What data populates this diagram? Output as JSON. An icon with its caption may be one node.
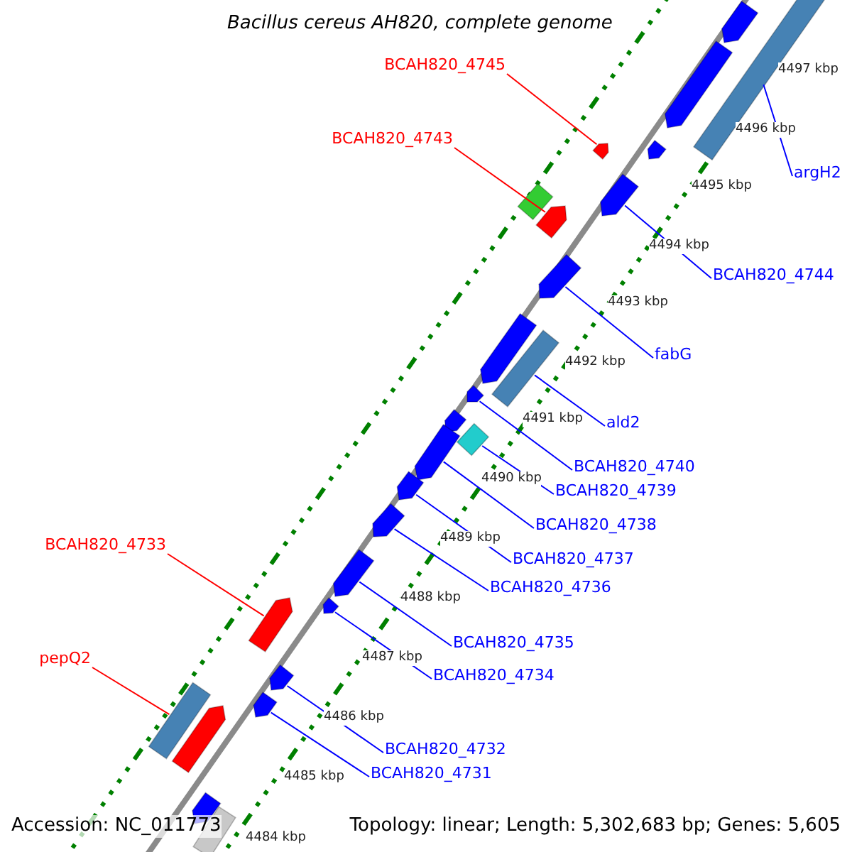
{
  "diagram": {
    "title": "Bacillus cereus AH820, complete genome",
    "nodes": [
      {
        "text": [
          "BCAH820_4745"
        ]
      },
      {
        "text": [
          "BCAH820_4743"
        ]
      },
      {
        "text": [
          "argH2"
        ]
      },
      {
        "text": [
          "BCAH820_4744"
        ]
      },
      {
        "text": [
          "fabG"
        ]
      },
      {
        "text": [
          "ald2"
        ]
      },
      {
        "text": [
          "BCAH820_4740"
        ]
      },
      {
        "text": [
          "BCAH820_4739"
        ]
      },
      {
        "text": [
          "BCAH820_4738"
        ]
      },
      {
        "text": [
          "BCAH820_4733"
        ]
      },
      {
        "text": [
          "BCAH820_4737"
        ]
      },
      {
        "text": [
          "BCAH820_4736"
        ]
      },
      {
        "text": [
          "BCAH820_4735"
        ]
      },
      {
        "text": [
          "pepQ2"
        ]
      },
      {
        "text": [
          "BCAH820_4734"
        ]
      },
      {
        "text": [
          "BCAH820_4732"
        ]
      },
      {
        "text": [
          "BCAH820_4731"
        ]
      },
      {
        "text": [],
        "shape": "arrow"
      },
      {
        "text": [],
        "shape": "bar"
      },
      {
        "text": [],
        "shape": "arrow"
      },
      {
        "text": [],
        "shape": "arrow"
      },
      {
        "text": [],
        "shape": "arrow"
      },
      {
        "text": [],
        "shape": "arrow"
      },
      {
        "text": [],
        "shape": "bar"
      },
      {
        "text": [],
        "shape": "arrow"
      },
      {
        "text": [],
        "shape": "arrow"
      },
      {
        "text": [],
        "shape": "arrow"
      },
      {
        "text": [],
        "shape": "bar"
      },
      {
        "text": [],
        "shape": "arrow"
      },
      {
        "text": [],
        "shape": "arrow"
      },
      {
        "text": [],
        "shape": "bar"
      },
      {
        "text": [],
        "shape": "arrow"
      },
      {
        "text": [],
        "shape": "arrow"
      },
      {
        "text": [],
        "shape": "arrow"
      },
      {
        "text": [],
        "shape": "arrow"
      },
      {
        "text": [],
        "shape": "arrow"
      },
      {
        "text": [],
        "shape": "arrow"
      },
      {
        "text": [],
        "shape": "arrow"
      },
      {
        "text": [],
        "shape": "arrow"
      },
      {
        "text": [],
        "shape": "bar"
      },
      {
        "text": [],
        "shape": "arrow"
      },
      {
        "text": [],
        "shape": "arrow"
      },
      {
        "text": [],
        "shape": "bar"
      }
    ],
    "edges": [
      {
        "from": 0,
        "to": 20,
        "arrow": "none",
        "color": "#ff0000"
      },
      {
        "from": 1,
        "to": 24,
        "arrow": "none",
        "color": "#ff0000"
      },
      {
        "from": 2,
        "to": 18,
        "arrow": "none"
      },
      {
        "from": 3,
        "to": 22,
        "arrow": "none"
      },
      {
        "from": 4,
        "to": 25,
        "arrow": "none"
      },
      {
        "from": 5,
        "to": 27,
        "arrow": "none"
      },
      {
        "from": 6,
        "to": 28,
        "arrow": "none"
      },
      {
        "from": 7,
        "to": 30,
        "arrow": "none"
      },
      {
        "from": 8,
        "to": 31,
        "arrow": "none"
      },
      {
        "from": 9,
        "to": 36,
        "arrow": "none",
        "color": "#ff0000"
      },
      {
        "from": 10,
        "to": 32,
        "arrow": "none"
      },
      {
        "from": 11,
        "to": 33,
        "arrow": "none"
      },
      {
        "from": 12,
        "to": 34,
        "arrow": "none"
      },
      {
        "from": 13,
        "to": 39,
        "arrow": "none",
        "color": "#ff0000"
      },
      {
        "from": 14,
        "to": 35,
        "arrow": "none"
      },
      {
        "from": 15,
        "to": 37,
        "arrow": "none"
      },
      {
        "from": 16,
        "to": 38,
        "arrow": "none"
      }
    ],
    "labels": [
      "4497 kbp",
      "4496 kbp",
      "4495 kbp",
      "4494 kbp",
      "4493 kbp",
      "4492 kbp",
      "4491 kbp",
      "4490 kbp",
      "4489 kbp",
      "4488 kbp",
      "4487 kbp",
      "4486 kbp",
      "4485 kbp",
      "4484 kbp",
      "Accession: NC_011773",
      "Topology: linear; Length: 5,302,683 bp; Genes: 5,605"
    ]
  }
}
